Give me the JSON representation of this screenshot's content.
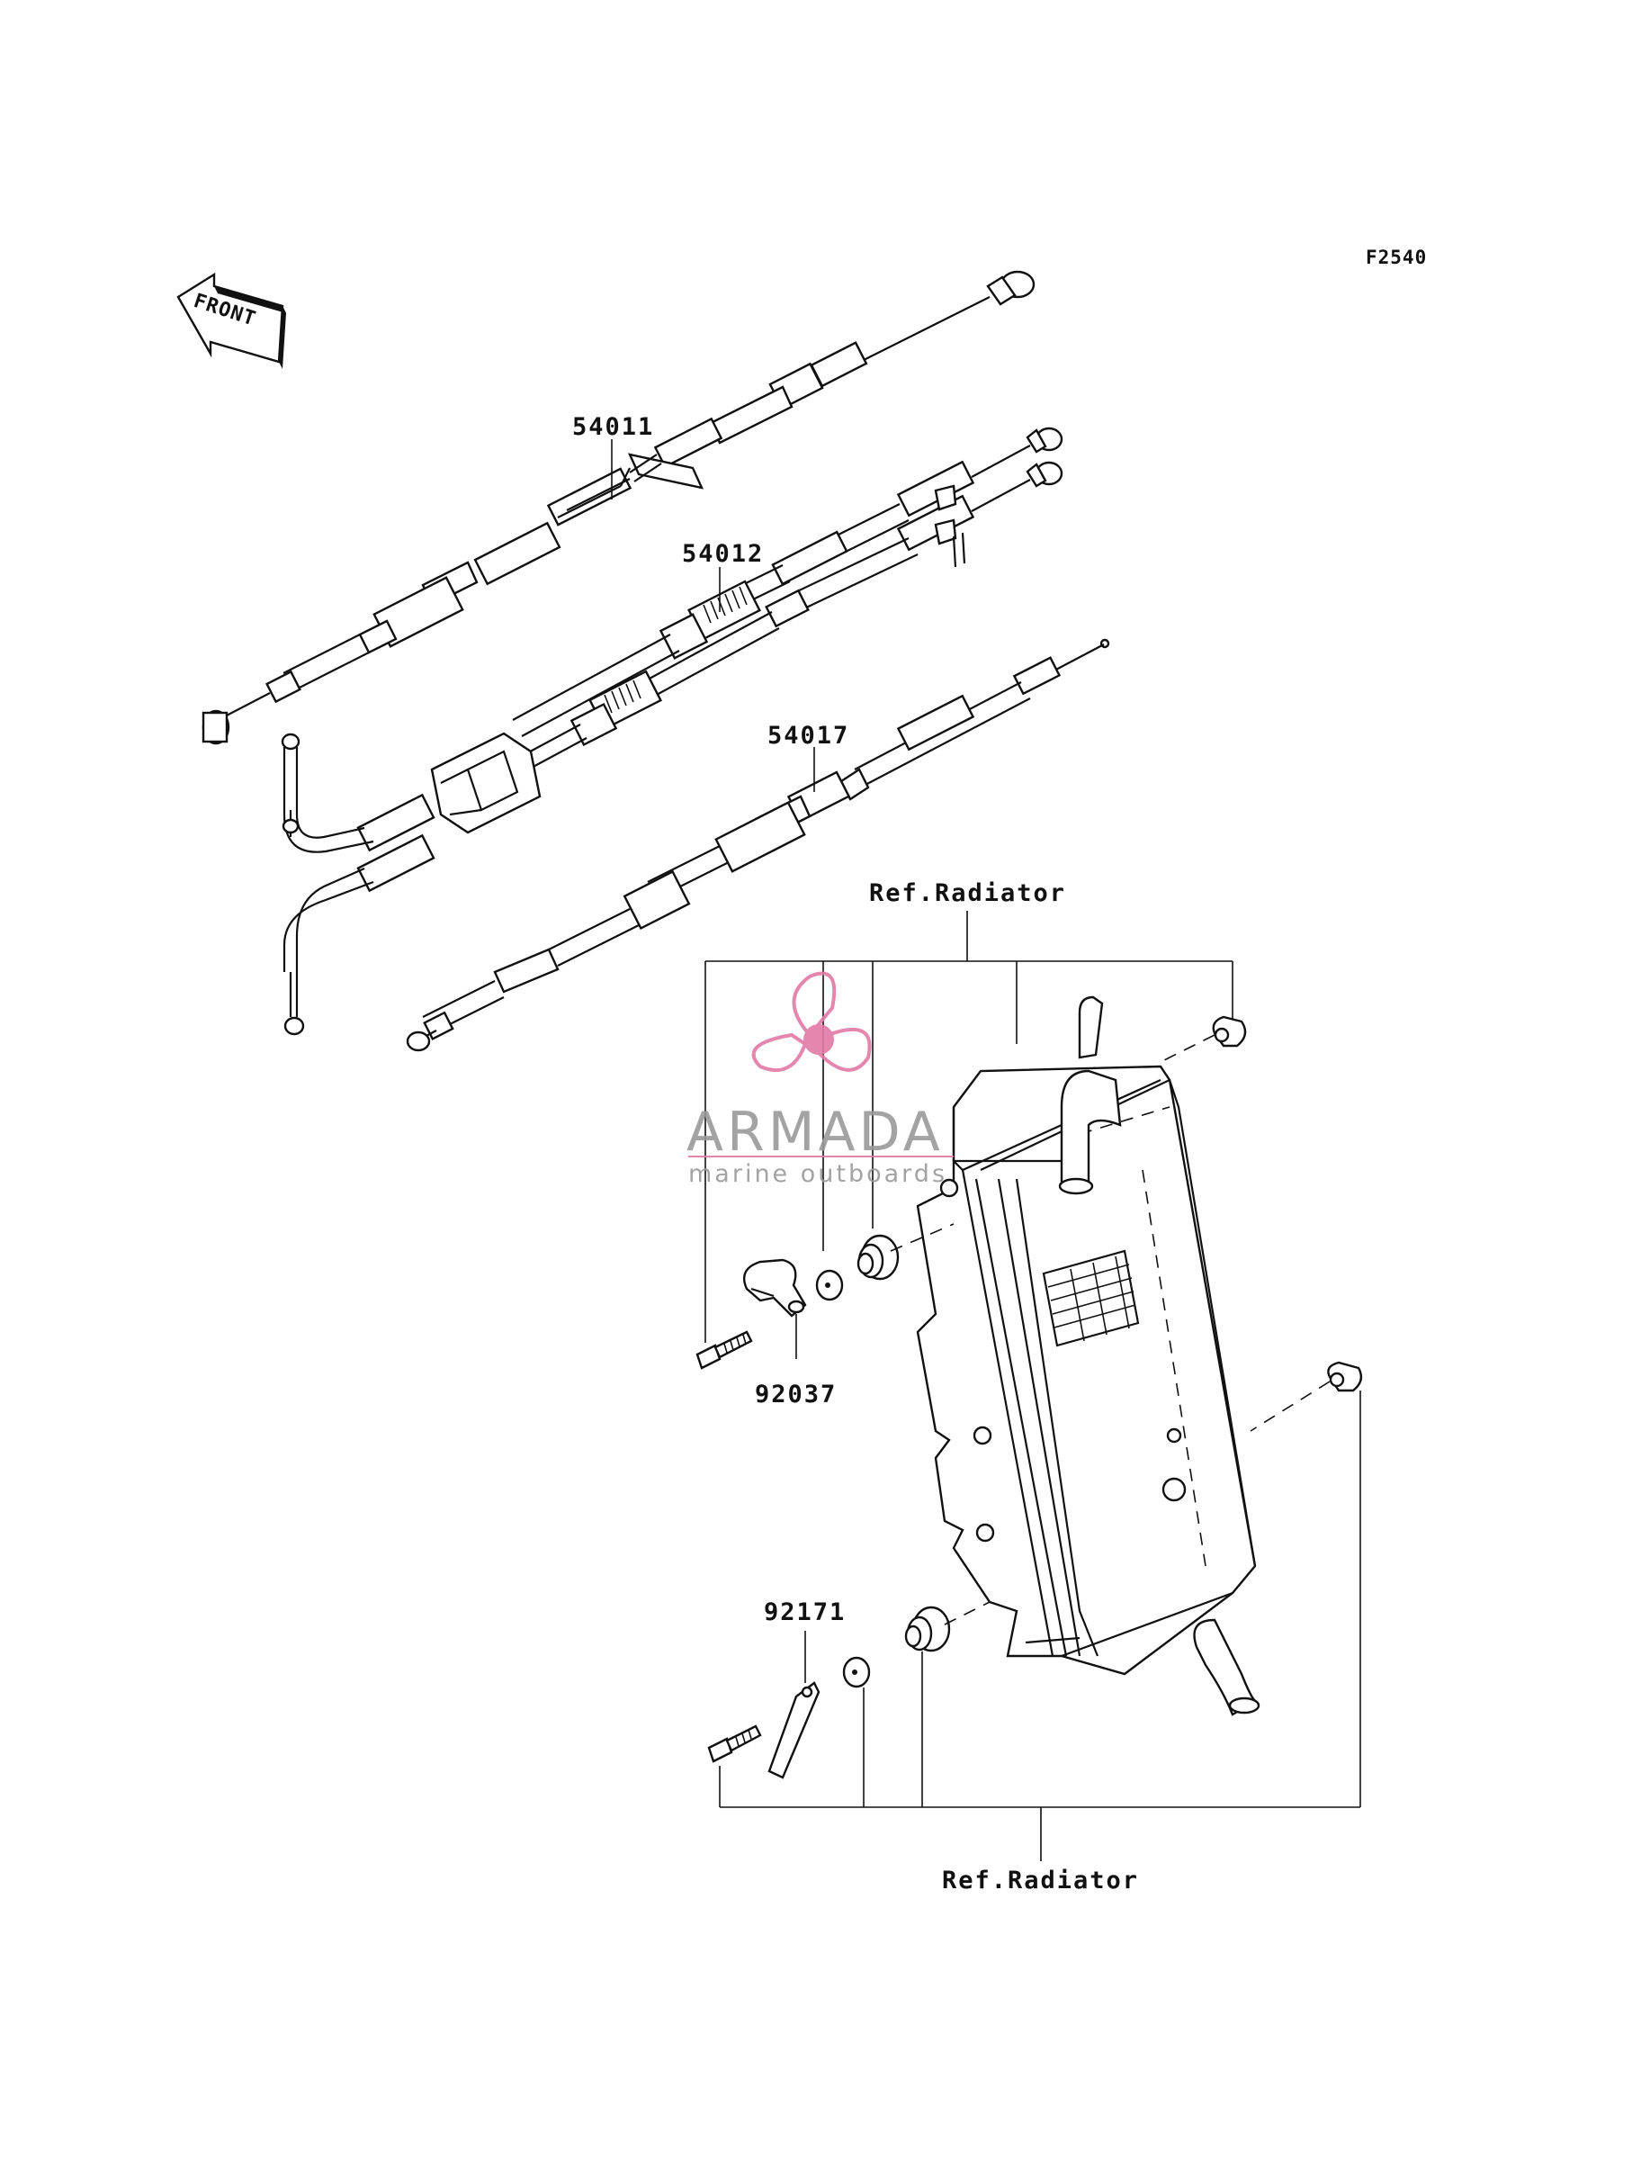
{
  "figure_code": "F2540",
  "front_label": "FRONT",
  "part_labels": {
    "p54011": "54011",
    "p54012": "54012",
    "p54017": "54017",
    "p92037": "92037",
    "p92171": "92171"
  },
  "ref_labels": {
    "top": "Ref.Radiator",
    "bottom": "Ref.Radiator"
  },
  "watermark": {
    "brand": "ARMADA",
    "tagline": "marine outboards",
    "accent_color": "#e27aa6",
    "text_color": "#9a9a9a"
  }
}
